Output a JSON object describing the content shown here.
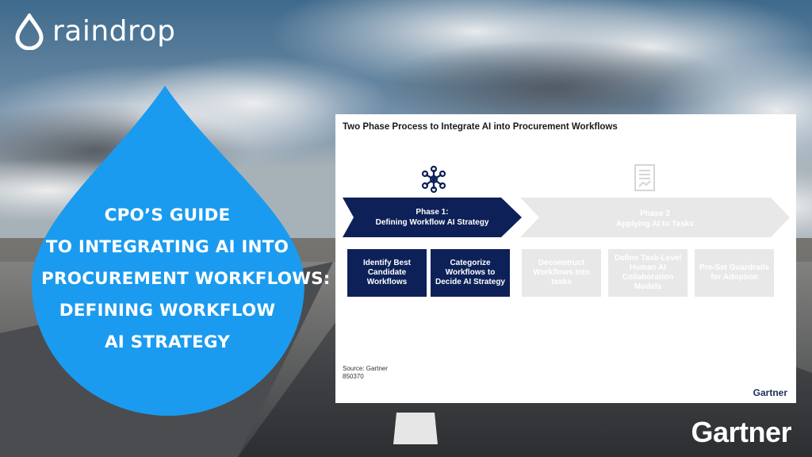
{
  "brand": {
    "name": "raindrop"
  },
  "headline": {
    "lines": [
      "CPO’s Guide",
      "to Integrating AI Into",
      "Procurement Workflows:",
      "Defining Workflow",
      "AI Strategy"
    ]
  },
  "figure": {
    "title": "Two Phase Process to Integrate AI into Procurement Workflows",
    "phase1": {
      "label": "Phase 1:",
      "sublabel": "Defining Workflow AI Strategy",
      "icon": "network-nodes-icon"
    },
    "phase2": {
      "label": "Phase 2",
      "sublabel": "Applying AI to Tasks",
      "icon": "document-chart-icon"
    },
    "steps": [
      "Identify Best Candidate Workflows",
      "Categorize Workflows to Decide AI Strategy",
      "Deconstruct Workflows into tasks",
      "Define Task-Level Human AI Collaboration Models",
      "Pre-Set Guardrails for Adoption"
    ],
    "source": "Source: Gartner",
    "source_id": "850370",
    "brand": "Gartner"
  },
  "footer_brand": "Gartner",
  "colors": {
    "drop": "#1a9bef",
    "phase1": "#0d2158",
    "phase2": "#e8e8e8",
    "gartner_navy": "#1b2d5a"
  }
}
